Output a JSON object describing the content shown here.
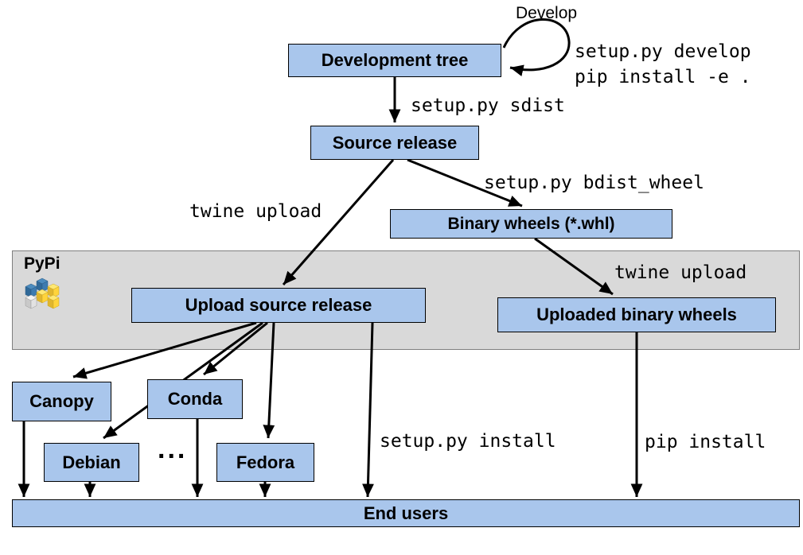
{
  "colors": {
    "node_fill": "#a9c6ec",
    "node_border": "#000000",
    "band_fill": "#d9d9d9",
    "arrow": "#000000"
  },
  "nodes": {
    "development_tree": "Development tree",
    "source_release": "Source release",
    "binary_wheels": "Binary wheels (*.whl)",
    "upload_source_release": "Upload source release",
    "uploaded_binary_wheels": "Uploaded binary wheels",
    "canopy": "Canopy",
    "conda": "Conda",
    "debian": "Debian",
    "fedora": "Fedora",
    "end_users": "End users",
    "ellipsis": "..."
  },
  "labels": {
    "develop": "Develop",
    "setup_py_develop": "setup.py develop",
    "pip_install_e": "pip install -e .",
    "setup_py_sdist": "setup.py sdist",
    "twine_upload_source": "twine upload",
    "setup_py_bdist_wheel": "setup.py bdist_wheel",
    "twine_upload_wheels": "twine upload",
    "setup_py_install": "setup.py install",
    "pip_install": "pip install"
  },
  "pypi_band": {
    "label": "PyPi"
  }
}
